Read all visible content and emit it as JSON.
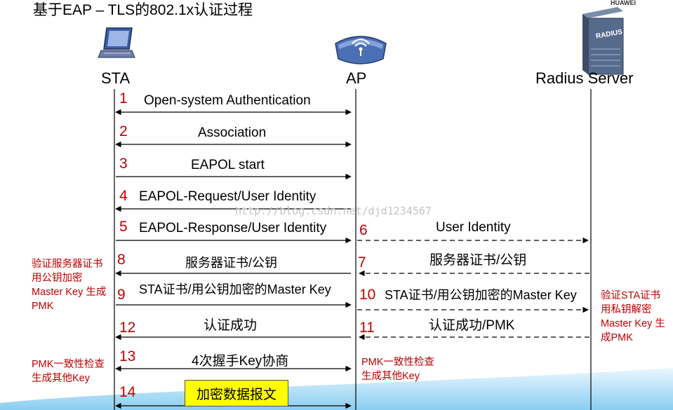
{
  "title": "基于EAP – TLS的802.1x认证过程",
  "watermark": "http://blog.csdn.net/djd1234567",
  "corner_text": "HUAWEI",
  "nodes": {
    "sta": {
      "label": "STA",
      "icon": "laptop-icon"
    },
    "ap": {
      "label": "AP",
      "icon": "wireless-ap-icon"
    },
    "radius": {
      "label": "Radius Server",
      "icon": "server-icon",
      "badge": "RADIUS"
    }
  },
  "steps": [
    {
      "num": "1",
      "label": "Open-system Authentication",
      "direction": "both",
      "link": "sta-ap"
    },
    {
      "num": "2",
      "label": "Association",
      "direction": "both",
      "link": "sta-ap"
    },
    {
      "num": "3",
      "label": "EAPOL start",
      "direction": "to-ap",
      "link": "sta-ap"
    },
    {
      "num": "4",
      "label": "EAPOL-Request/User Identity",
      "direction": "to-sta",
      "link": "sta-ap"
    },
    {
      "num": "5",
      "label": "EAPOL-Response/User Identity",
      "direction": "to-ap",
      "link": "sta-ap"
    },
    {
      "num": "6",
      "label": "User Identity",
      "direction": "to-radius",
      "link": "ap-radius"
    },
    {
      "num": "7",
      "label": "服务器证书/公钥",
      "direction": "to-ap",
      "link": "ap-radius"
    },
    {
      "num": "8",
      "label": "服务器证书/公钥",
      "direction": "to-sta",
      "link": "sta-ap"
    },
    {
      "num": "9",
      "label": "STA证书/用公钥加密的Master Key",
      "direction": "to-ap",
      "link": "sta-ap"
    },
    {
      "num": "10",
      "label": "STA证书/用公钥加密的Master Key",
      "direction": "to-radius",
      "link": "ap-radius"
    },
    {
      "num": "11",
      "label": "认证成功/PMK",
      "direction": "to-ap",
      "link": "ap-radius"
    },
    {
      "num": "12",
      "label": "认证成功",
      "direction": "to-sta",
      "link": "sta-ap"
    },
    {
      "num": "13",
      "label": "4次握手Key协商",
      "direction": "both",
      "link": "sta-ap"
    },
    {
      "num": "14",
      "label": "加密数据报文",
      "direction": "both",
      "link": "sta-ap"
    }
  ],
  "notes": {
    "sta_verify": "验证服务器证书 用公钥加密 Master Key 生成PMK",
    "radius_verify": "验证STA证书 用私钥解密 Master Key 生成PMK",
    "sta_pmk": "PMK一致性检查 生成其他Key",
    "ap_pmk": "PMK一致性检查 生成其他Key"
  },
  "colors": {
    "step_number": "#c00000",
    "highlight": "#ffff00",
    "arrow": "#000000"
  }
}
